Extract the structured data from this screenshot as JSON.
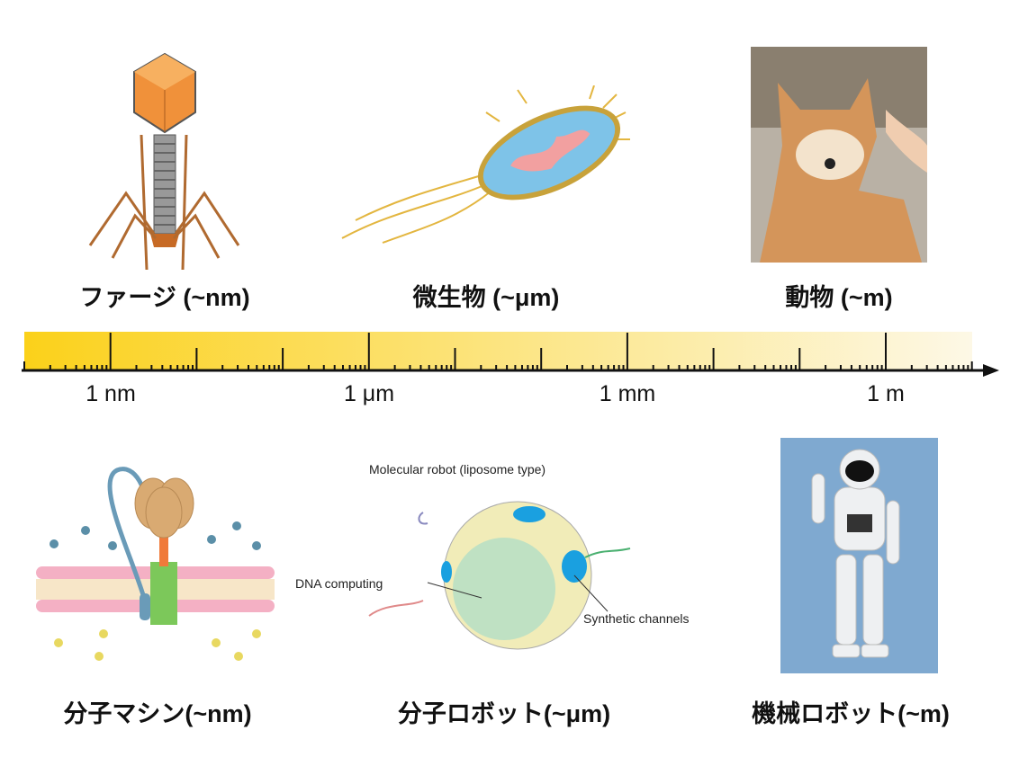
{
  "top_items": [
    {
      "caption": "ファージ (~nm)",
      "icon": "phage-icon"
    },
    {
      "caption": "微生物 (~μm)",
      "icon": "bacterium-icon"
    },
    {
      "caption": "動物 (~m)",
      "icon": "dog-photo"
    }
  ],
  "scale": {
    "labels": [
      "1 nm",
      "1 μm",
      "1 mm",
      "1 m"
    ],
    "gradient_colors": [
      "#fbd11a",
      "#fdf8e6"
    ],
    "axis_color": "#111111"
  },
  "bottom_items": [
    {
      "caption": "分子マシン(~nm)",
      "icon": "molecular-machine-icon"
    },
    {
      "caption": "分子ロボット(~μm)",
      "icon": "molecular-robot-icon"
    },
    {
      "caption": "機械ロボット(~m)",
      "icon": "humanoid-robot-photo"
    }
  ],
  "molecular_robot": {
    "title": "Molecular robot (liposome type)",
    "dna_label": "DNA computing",
    "channel_label": "Synthetic channels"
  }
}
